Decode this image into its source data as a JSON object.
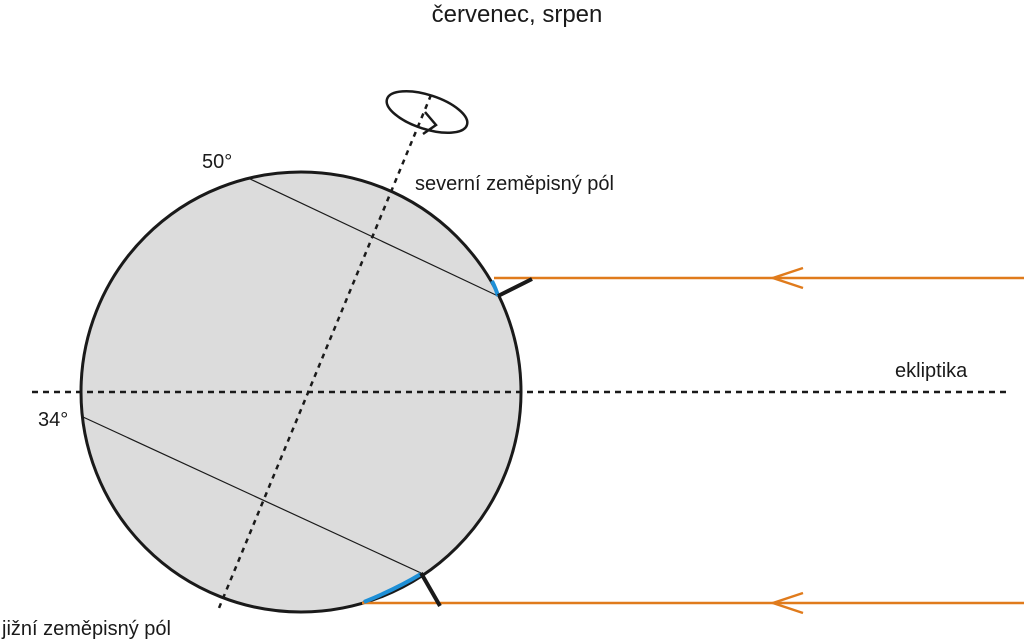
{
  "diagram": {
    "title": "červenec, srpen",
    "labels": {
      "north_pole": "severní zeměpisný pól",
      "south_pole": "jižní zeměpisný pól",
      "ecliptic": "ekliptika",
      "lat_north": "50°",
      "lat_south": "34°"
    },
    "colors": {
      "globe_fill": "#dcdcdc",
      "outline": "#1a1a1a",
      "sun_rays": "#e07b1c",
      "surface_highlight": "#1e8fd6"
    },
    "icons": [
      "rotation-arrow-icon"
    ]
  }
}
